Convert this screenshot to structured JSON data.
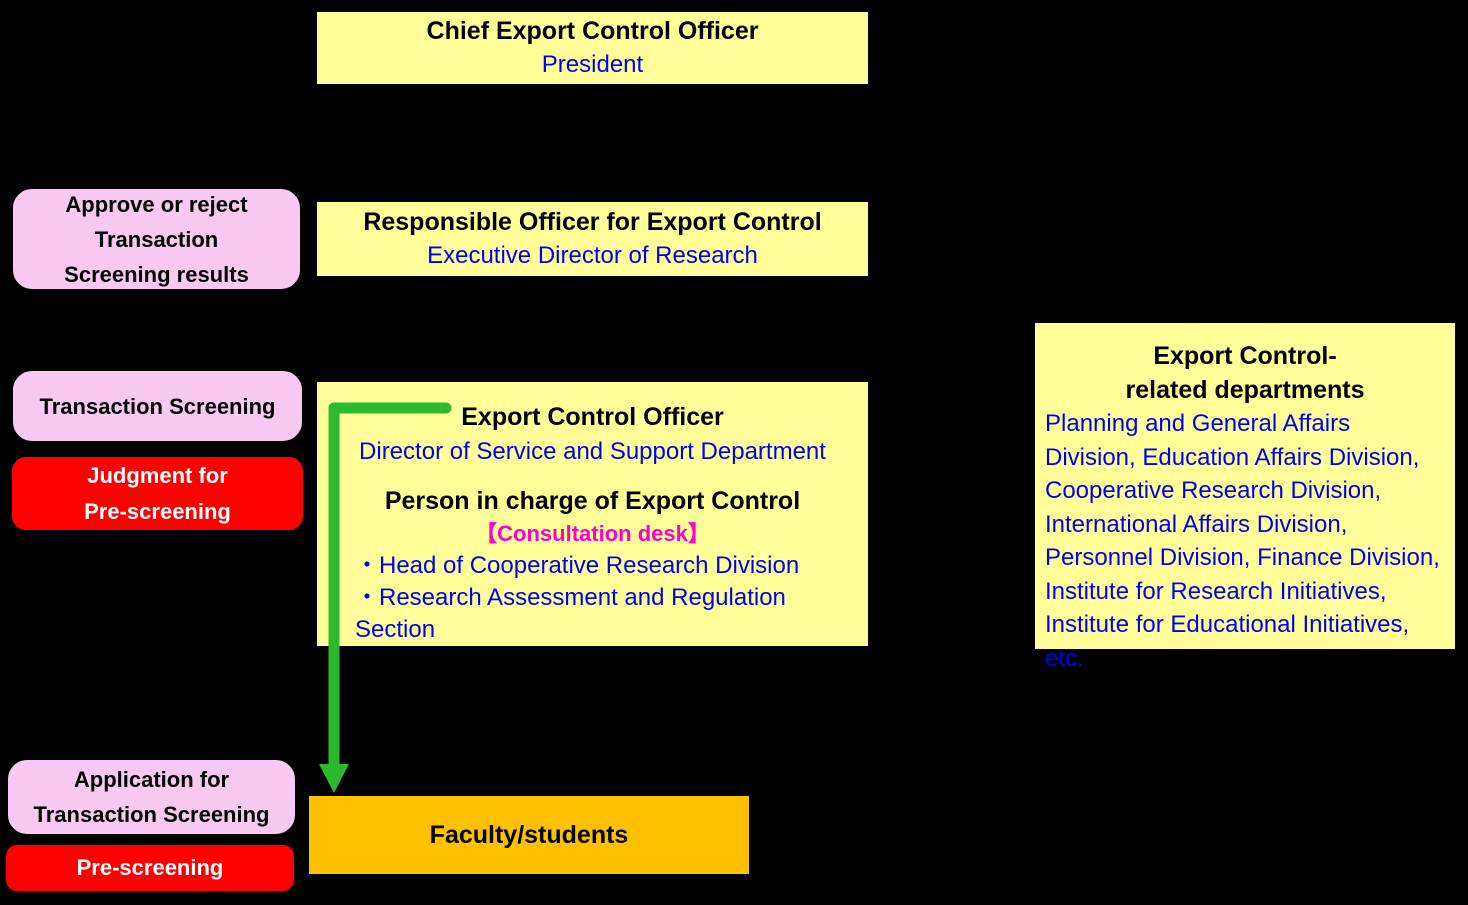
{
  "colors": {
    "background": "#000000",
    "box_yellow": "#FFFF99",
    "box_pink": "#F8C9F3",
    "box_red": "#FF0000",
    "box_orange": "#FFC000",
    "arrow_green": "#2DB92D",
    "text_blue": "#0000EE",
    "text_magenta": "#FF00CC"
  },
  "boxes": {
    "chief": {
      "title": "Chief Export Control Officer",
      "subtitle": "President"
    },
    "responsible": {
      "title": "Responsible Officer for Export Control",
      "subtitle": "Executive Director of Research"
    },
    "officer": {
      "title": "Export Control Officer",
      "subtitle": "Director of Service and Support Department",
      "person_title": "Person in charge of Export Control",
      "consultation": "【Consultation desk】",
      "bullet1": "・Head of Cooperative Research Division",
      "bullet2": "・Research Assessment and Regulation Section"
    },
    "departments": {
      "title_line1": "Export Control-",
      "title_line2": "related departments",
      "body": "Planning and General Affairs Division, Education Affairs Division, Cooperative Research Division, International Affairs Division, Personnel Division, Finance Division, Institute for Research Initiatives, Institute for Educational Initiatives, etc."
    },
    "faculty": {
      "label": "Faculty/students"
    }
  },
  "labels": {
    "approve": {
      "line1": "Approve or reject",
      "line2": "Transaction",
      "line3": "Screening results"
    },
    "transaction_screening": "Transaction Screening",
    "judgment": {
      "line1": "Judgment for",
      "line2": "Pre-screening"
    },
    "application": {
      "line1": "Application for",
      "line2": "Transaction Screening"
    },
    "prescreening": "Pre-screening"
  }
}
